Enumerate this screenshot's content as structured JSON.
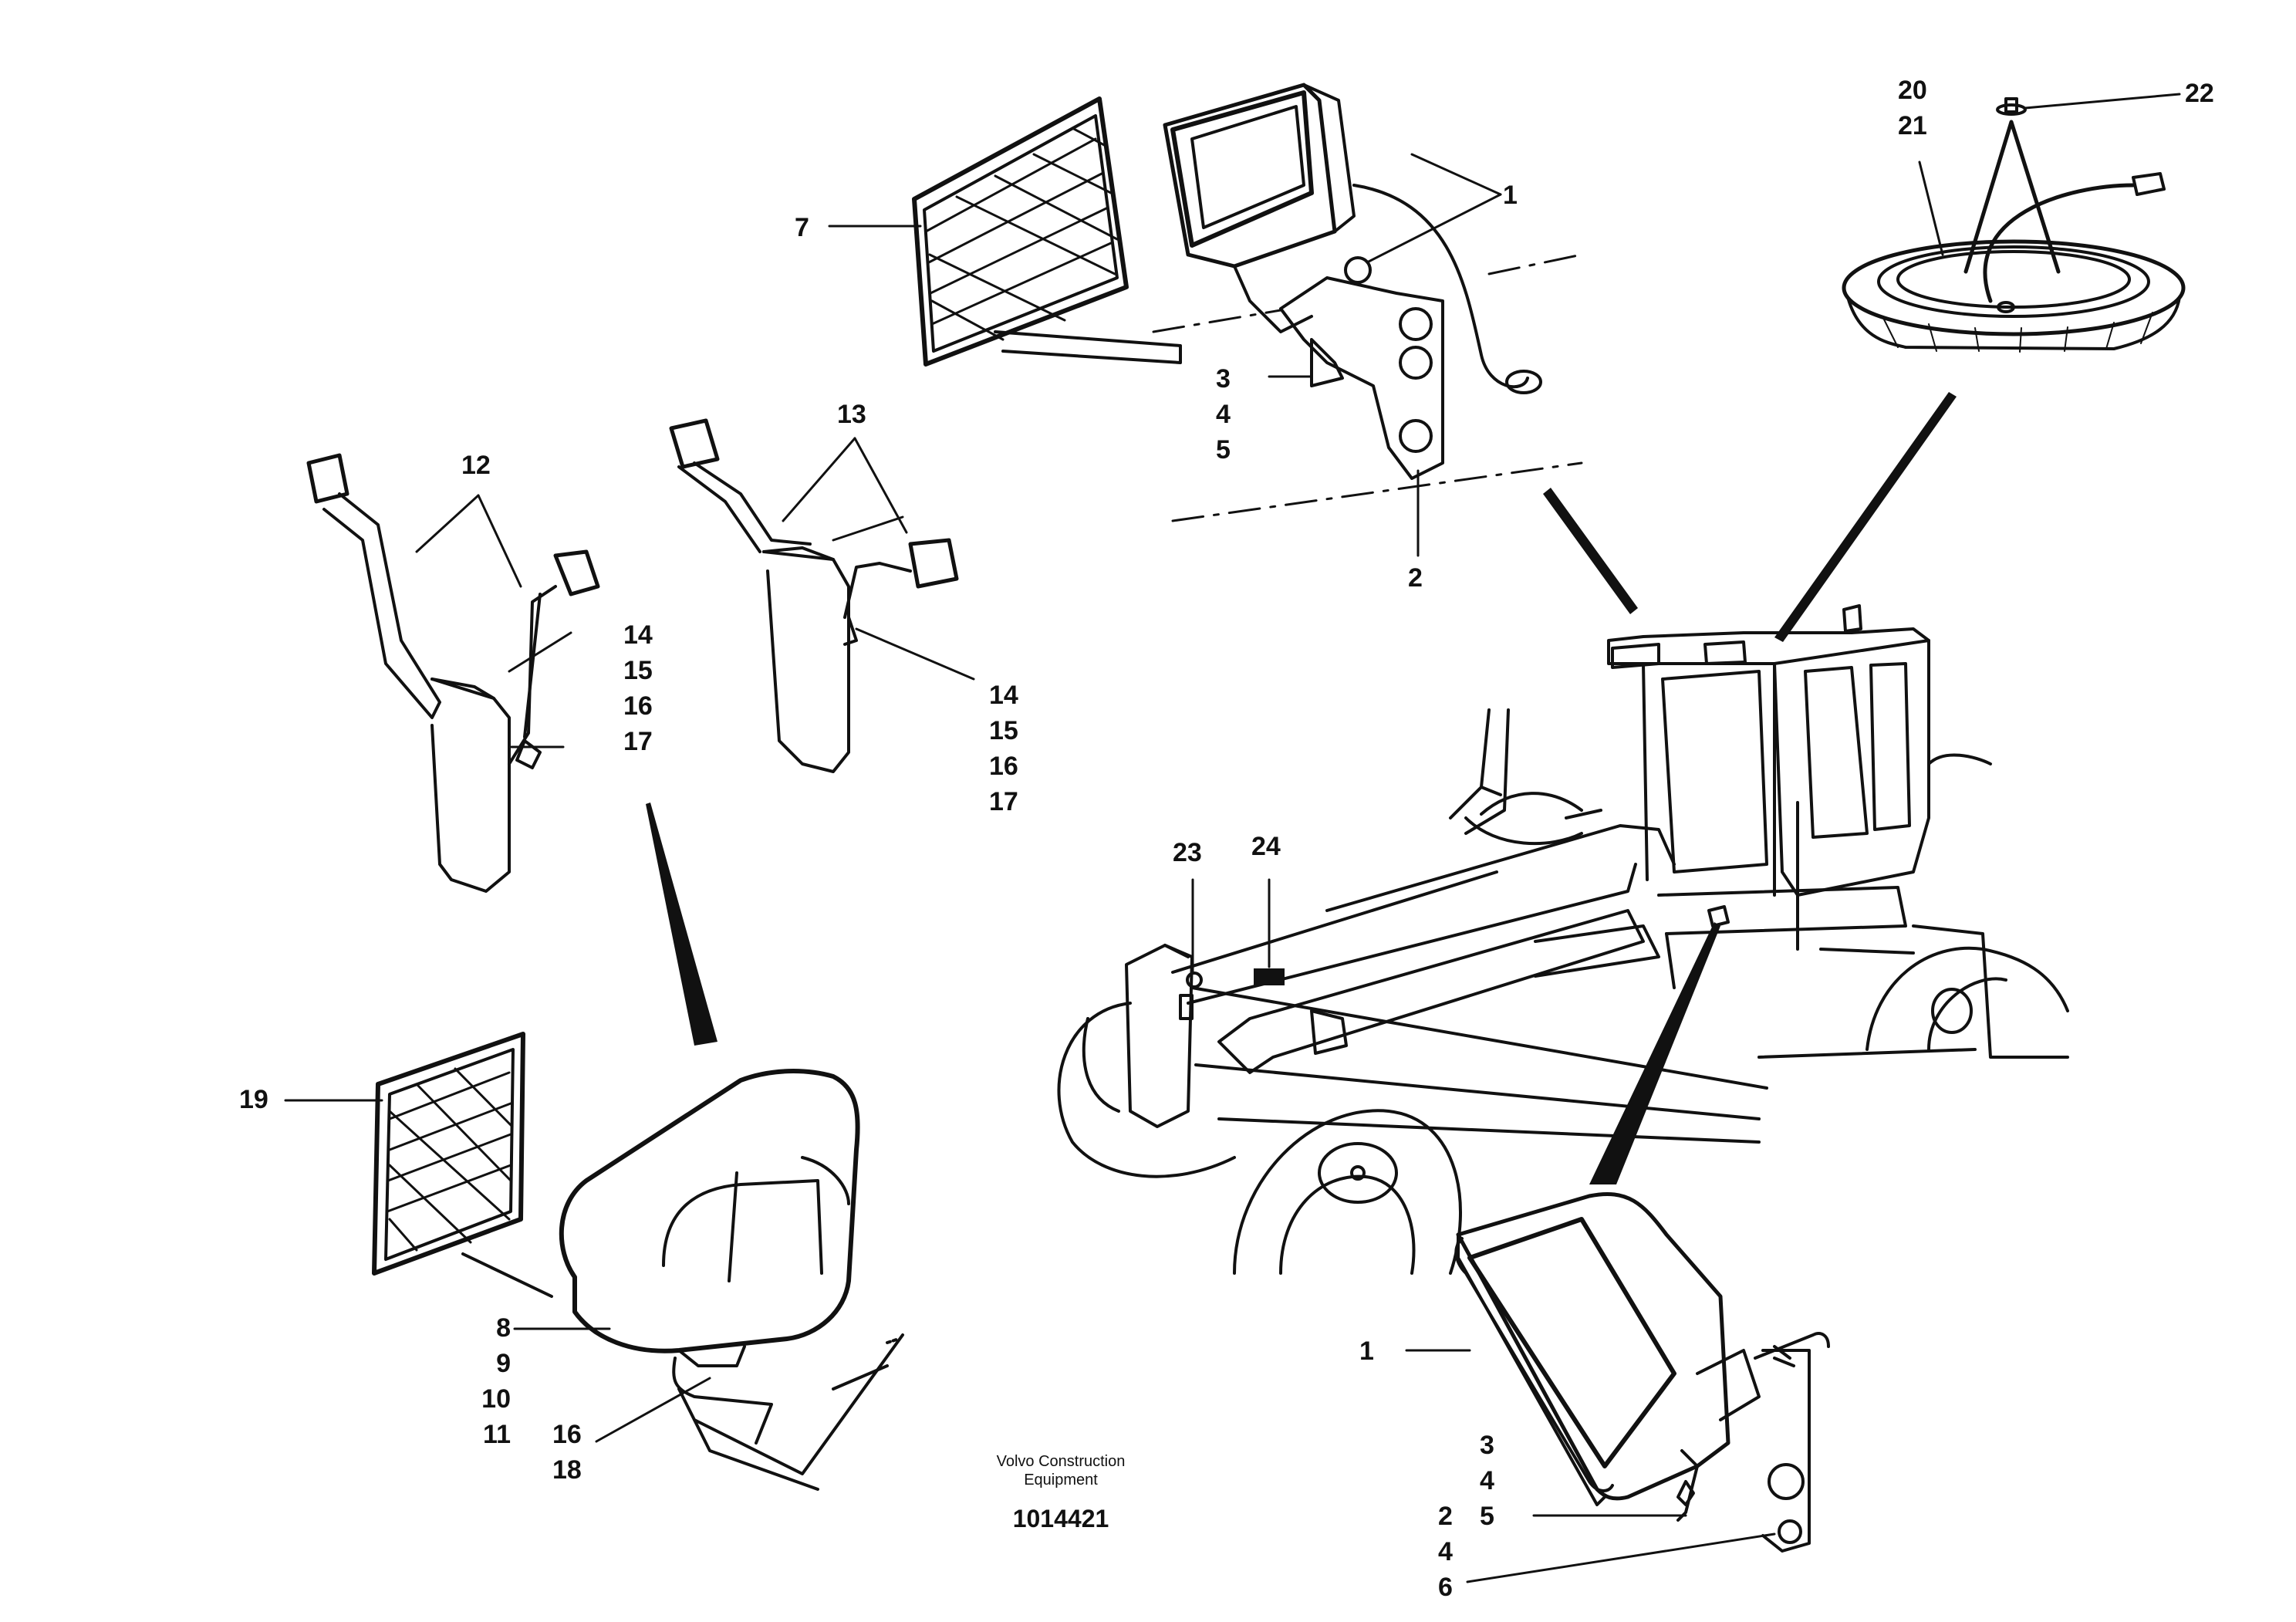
{
  "labels": {
    "c1": [
      "1"
    ],
    "c345": [
      "3",
      "4",
      "5"
    ],
    "c2": [
      "2"
    ],
    "c7": [
      "7"
    ],
    "c2021": [
      "20",
      "21"
    ],
    "c22": [
      "22"
    ],
    "c12": [
      "12"
    ],
    "c13": [
      "13"
    ],
    "c14a": [
      "14",
      "15",
      "16",
      "17"
    ],
    "c14b": [
      "14",
      "15",
      "16",
      "17"
    ],
    "c19": [
      "19"
    ],
    "c8": [
      "8",
      "9",
      "10",
      "11"
    ],
    "c16": [
      "16",
      "18"
    ],
    "c23": [
      "23"
    ],
    "c24": [
      "24"
    ],
    "c1b": [
      "1"
    ],
    "c345b": [
      "3",
      "4",
      "5"
    ],
    "c246": [
      "2",
      "4",
      "6"
    ]
  },
  "footer": {
    "company_line1": "Volvo Construction",
    "company_line2": "Equipment",
    "drawing_number": "1014421"
  }
}
